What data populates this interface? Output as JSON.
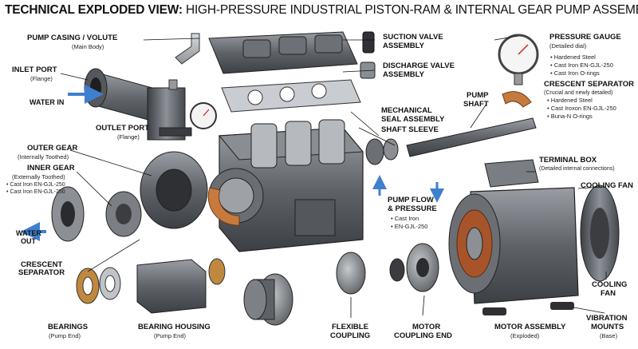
{
  "title": {
    "bold": "TECHNICAL EXPLODED VIEW:",
    "rest": " HIGH-PRESSURE INDUSTRIAL PISTON-RAM & INTERNAL GEAR PUMP ASSEMBLY"
  },
  "labels": {
    "pump_casing": "PUMP CASING / VOLUTE",
    "pump_casing_sub": "(Main Body)",
    "inlet_port": "INLET PORT",
    "inlet_port_sub": "(Flange)",
    "water_in": "WATER IN",
    "outlet_port": "OUTLET PORT",
    "outlet_port_sub": "(Flange)",
    "outer_gear": "OUTER GEAR",
    "outer_gear_sub": "(Internally Toothed)",
    "inner_gear": "INNER GEAR",
    "inner_gear_sub": "(Externally Toothed)",
    "inner_gear_mat1": "• Cast Iron EN-GJL-250",
    "inner_gear_mat2": "• Cast Iron EN-GJL-250",
    "water_out_1": "WATER",
    "water_out_2": "OUT",
    "crescent_sep_1": "CRESCENT",
    "crescent_sep_2": "SEPARATOR",
    "bearings": "BEARINGS",
    "bearings_sub": "(Pump End)",
    "bearing_housing": "BEARING HOUSING",
    "bearing_housing_sub": "(Pump End)",
    "suction_valve_1": "SUCTION VALVE",
    "suction_valve_2": "ASSEMBLY",
    "discharge_valve_1": "DISCHARGE VALVE",
    "discharge_valve_2": "ASSEMBLY",
    "mech_seal_1": "MECHANICAL",
    "mech_seal_2": "SEAL ASSEMBLY",
    "shaft_sleeve": "SHAFT SLEEVE",
    "pump_shaft_1": "PUMP",
    "pump_shaft_2": "SHAFT",
    "pressure_gauge": "PRESSURE GAUGE",
    "pressure_gauge_sub": "(Detailed dial)",
    "pg_mat1": "• Hardened Steel",
    "pg_mat2": "• Cast Iron EN-GJL-250",
    "pg_mat3": "• Cast Iron O-rings",
    "crescent_r": "CRESCENT SEPARATOR",
    "crescent_r_sub": "(Crucial and newly detailed)",
    "cr_mat1": "• Hardened Steel",
    "cr_mat2": "• Cast Iroxon EN-GJL-250",
    "cr_mat3": "• Buna-N O-rings",
    "pump_flow_1": "PUMP FLOW",
    "pump_flow_2": "& PRESSURE",
    "pf_mat1": "• Cast Iron",
    "pf_mat2": "• EN-GJL-250",
    "terminal_box": "TERMINAL BOX",
    "terminal_box_sub": "(Detailed internal connections)",
    "cooling_fan_top": "COOLING FAN",
    "cooling_fan_1": "COOLING",
    "cooling_fan_2": "FAN",
    "flex_coupling_1": "FLEXIBLE",
    "flex_coupling_2": "COUPLING",
    "motor_coupling_1": "MOTOR",
    "motor_coupling_2": "COUPLING END",
    "motor_assembly": "MOTOR ASSEMBLY",
    "motor_assembly_sub": "(Exploded)",
    "vibration_1": "VIBRATION",
    "vibration_2": "MOUNTS",
    "vibration_sub": "(Base)"
  },
  "colors": {
    "metal_dark": "#4a4d52",
    "metal_mid": "#7d8288",
    "metal_light": "#b9bdc2",
    "arrow_blue": "#3f7fd0",
    "bronze": "#c77a3e",
    "copper": "#b85a2a"
  },
  "icons": [
    "arrow-right-icon",
    "arrow-left-icon",
    "arrow-updown-icon",
    "gauge-icon"
  ]
}
